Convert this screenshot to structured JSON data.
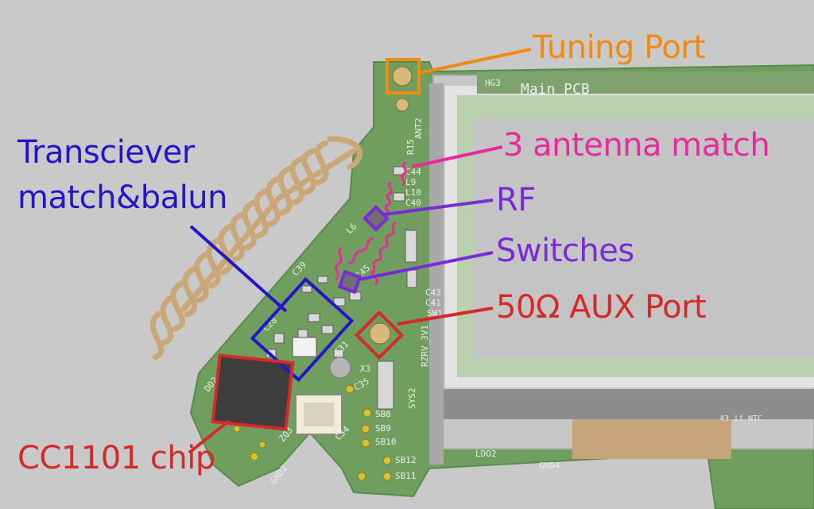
{
  "callouts": {
    "tuning_port": "Tuning Port",
    "antenna_match": "3 antenna match",
    "rf": "RF",
    "switches": "Switches",
    "aux_port": "50Ω AUX Port",
    "transceiver_line1": "Transciever",
    "transceiver_line2": "match&balun",
    "chip": "CC1101 chip"
  },
  "silkscreen": {
    "hg3": "HG3",
    "main_pcb": "Main PCB",
    "ant2": "ANT2",
    "r15": "R15",
    "c44": "C44",
    "l9": "L9",
    "l10": "L10",
    "c40": "C40",
    "c43": "C43",
    "c41": "C41",
    "sw1": "SW1",
    "l6": "L6",
    "c39": "C39",
    "c45": "C45",
    "c28": "C28",
    "c31": "C31",
    "dd2": "DD2",
    "x3": "X3",
    "c35": "C35",
    "c34": "C34",
    "zq3": "ZQ3",
    "sb8": "SB8",
    "sb9": "SB9",
    "sb10": "SB10",
    "sb12": "SB12",
    "sb11": "SB11",
    "gnd2": "GND2",
    "ldo2": "LDO2",
    "gnd4": "GND4",
    "sys2": "SYS2",
    "rzrv": "RZRV_3V1",
    "ntc": "43 if NTC"
  },
  "colors": {
    "background": "#c9c9c9",
    "pcb": "#6f9e5f",
    "orange": "#f08a10",
    "magenta": "#e82a9c",
    "purple": "#7a2bd6",
    "red": "#d42a2a",
    "blue": "#2416c8",
    "coil": "#c9a777"
  }
}
